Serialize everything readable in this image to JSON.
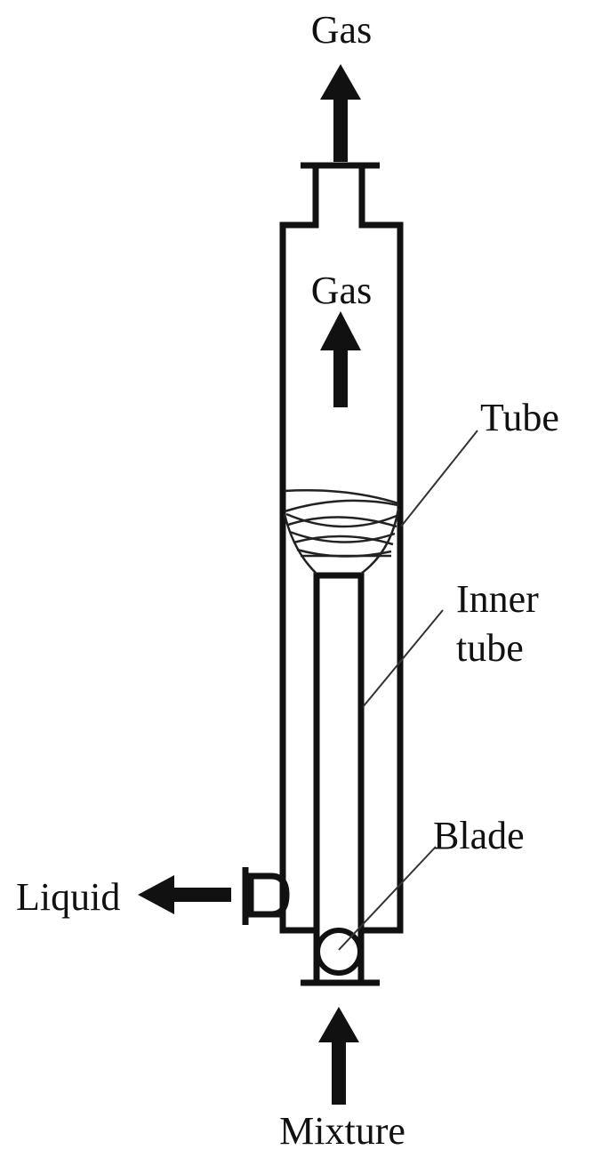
{
  "diagram": {
    "type": "gas-liquid separator schematic",
    "colors": {
      "stroke": "#111111",
      "background": "#ffffff"
    },
    "labels": {
      "gas_outlet_top": "Gas",
      "gas_inner": "Gas",
      "tube": "Tube",
      "inner_tube_line1": "Inner",
      "inner_tube_line2": "tube",
      "blade": "Blade",
      "liquid": "Liquid",
      "mixture": "Mixture"
    },
    "flows": [
      {
        "name": "gas",
        "direction": "up",
        "location": "top outlet"
      },
      {
        "name": "gas",
        "direction": "up",
        "location": "inside column"
      },
      {
        "name": "liquid",
        "direction": "left",
        "location": "side outlet near bottom"
      },
      {
        "name": "mixture",
        "direction": "up",
        "location": "bottom inlet"
      }
    ],
    "components": [
      "Outer column",
      "Tube (spiral)",
      "Inner tube",
      "Blade"
    ]
  }
}
